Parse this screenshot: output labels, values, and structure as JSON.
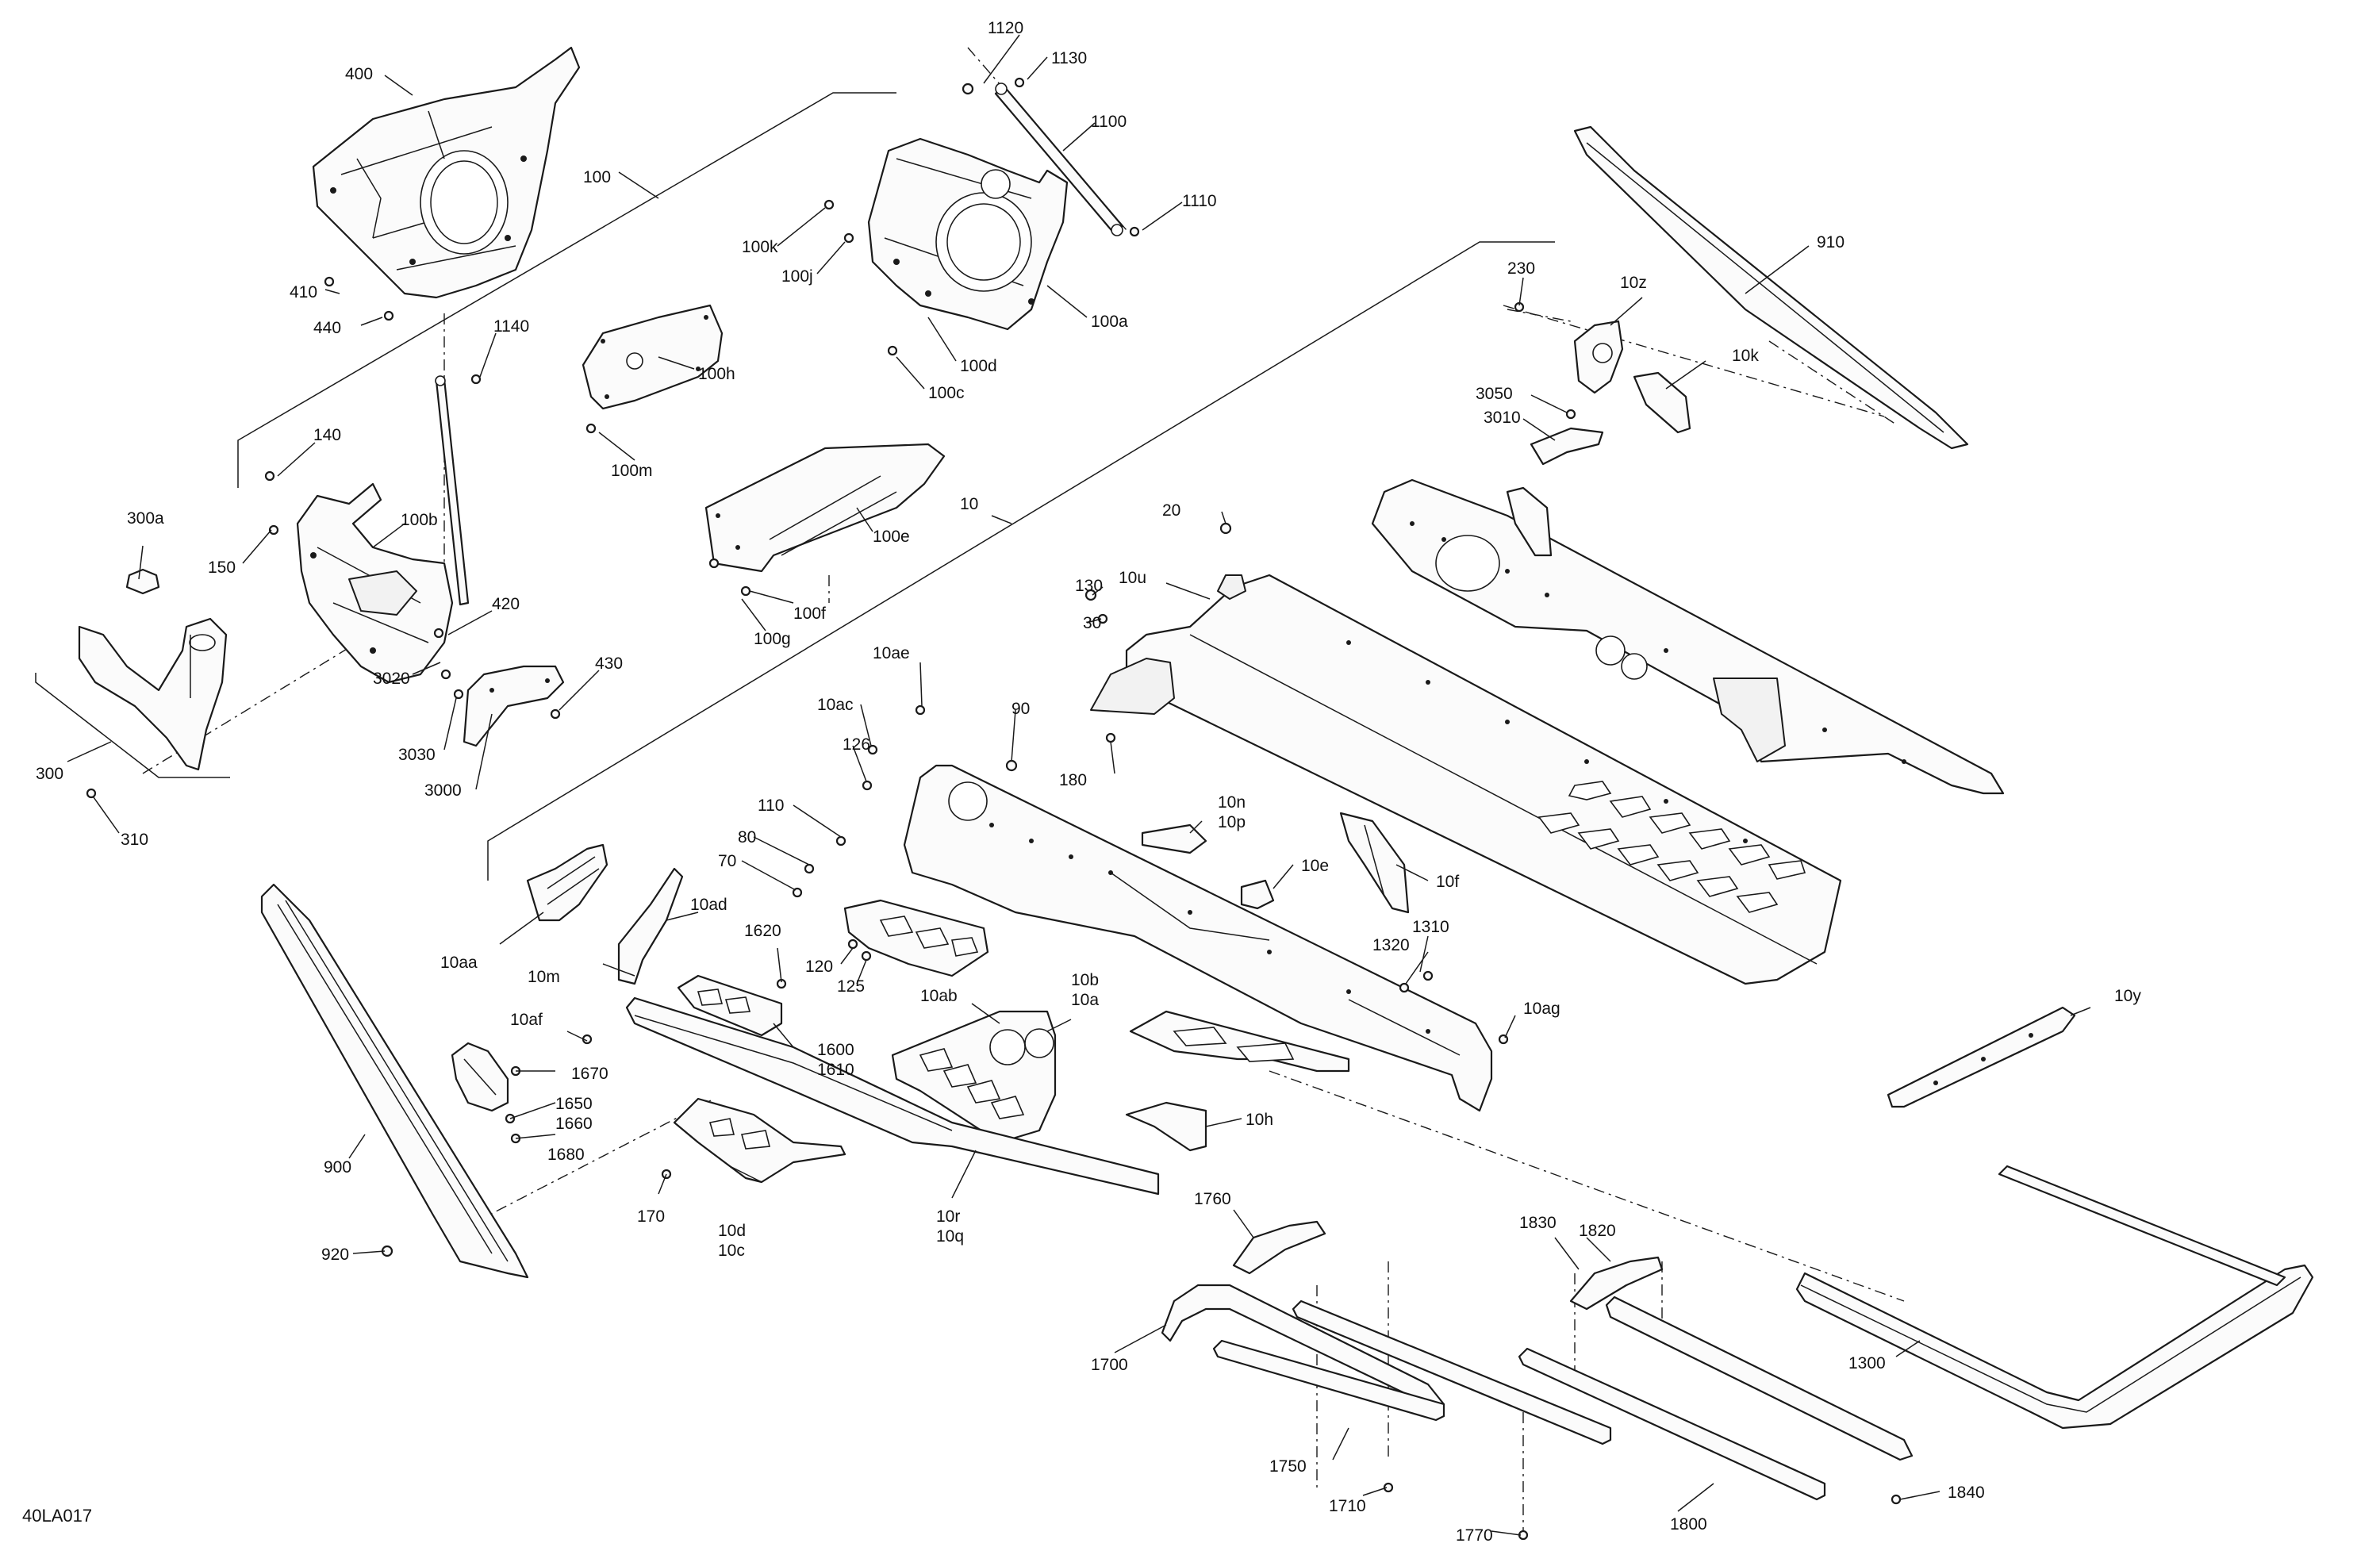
{
  "drawing_code": "40LA017",
  "callouts": {
    "c400": "400",
    "c100": "100",
    "c410": "410",
    "c440": "440",
    "c1120": "1120",
    "c1130": "1130",
    "c1100": "1100",
    "c1110": "1110",
    "c100k": "100k",
    "c100j": "100j",
    "c100a": "100a",
    "c100d": "100d",
    "c100c": "100c",
    "c100h": "100h",
    "c100m": "100m",
    "c1140": "1140",
    "c140": "140",
    "c150": "150",
    "c100b": "100b",
    "c300a": "300a",
    "c300": "300",
    "c310": "310",
    "c420": "420",
    "c430": "430",
    "c3020": "3020",
    "c3030": "3030",
    "c3000": "3000",
    "c100e": "100e",
    "c100f": "100f",
    "c100g": "100g",
    "c10": "10",
    "c230": "230",
    "c10z": "10z",
    "c910": "910",
    "c10k": "10k",
    "c3050": "3050",
    "c3010": "3010",
    "c20": "20",
    "c130": "130",
    "c10u": "10u",
    "c30": "30",
    "c10ae": "10ae",
    "c90": "90",
    "c10ac": "10ac",
    "c126": "126",
    "c180": "180",
    "c110": "110",
    "c80": "80",
    "c70": "70",
    "c10n": "10n",
    "c10p": "10p",
    "c10e": "10e",
    "c10f": "10f",
    "c10aa": "10aa",
    "c10ad": "10ad",
    "c10m": "10m",
    "c1620": "1620",
    "c120": "120",
    "c125": "125",
    "c1310": "1310",
    "c1320": "1320",
    "c10af": "10af",
    "c10ab": "10ab",
    "c10b": "10b",
    "c10a": "10a",
    "c10ag": "10ag",
    "c10y": "10y",
    "c1670": "1670",
    "c1600": "1600",
    "c1610": "1610",
    "c1650": "1650",
    "c1660": "1660",
    "c1680": "1680",
    "c10h": "10h",
    "c900": "900",
    "c170": "170",
    "c10d": "10d",
    "c10c": "10c",
    "c10r": "10r",
    "c10q": "10q",
    "c920": "920",
    "c1760": "1760",
    "c1830": "1830",
    "c1820": "1820",
    "c1700": "1700",
    "c1300": "1300",
    "c1750": "1750",
    "c1710": "1710",
    "c1770": "1770",
    "c1800": "1800",
    "c1840": "1840"
  }
}
